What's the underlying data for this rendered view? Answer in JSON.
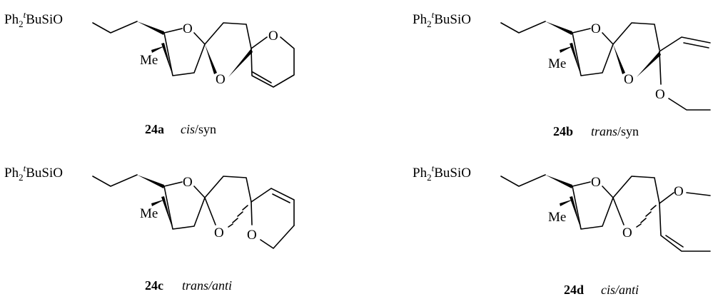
{
  "compounds": [
    {
      "id": "24a",
      "label_italic": "cis",
      "label_rest": "/syn",
      "substituent_pre": "Ph",
      "substituent_sub": "2",
      "substituent_sup": "t",
      "substituent_post": "BuSiO",
      "methyl": "Me",
      "oxygen_1": "O",
      "oxygen_2": "O",
      "oxygen_3": "O"
    },
    {
      "id": "24b",
      "label_italic": "trans",
      "label_rest": "/syn",
      "substituent_pre": "Ph",
      "substituent_sub": "2",
      "substituent_sup": "t",
      "substituent_post": "BuSiO",
      "methyl": "Me",
      "oxygen_1": "O",
      "oxygen_2": "O",
      "oxygen_3": "O"
    },
    {
      "id": "24c",
      "label_italic": "trans/anti",
      "label_rest": "",
      "substituent_pre": "Ph",
      "substituent_sub": "2",
      "substituent_sup": "t",
      "substituent_post": "BuSiO",
      "methyl": "Me",
      "oxygen_1": "O",
      "oxygen_2": "O",
      "oxygen_3": "O"
    },
    {
      "id": "24d",
      "label_italic": "cis/anti",
      "label_rest": "",
      "substituent_pre": "Ph",
      "substituent_sub": "2",
      "substituent_sup": "t",
      "substituent_post": "BuSiO",
      "methyl": "Me",
      "oxygen_1": "O",
      "oxygen_2": "O",
      "oxygen_3": "O"
    }
  ]
}
